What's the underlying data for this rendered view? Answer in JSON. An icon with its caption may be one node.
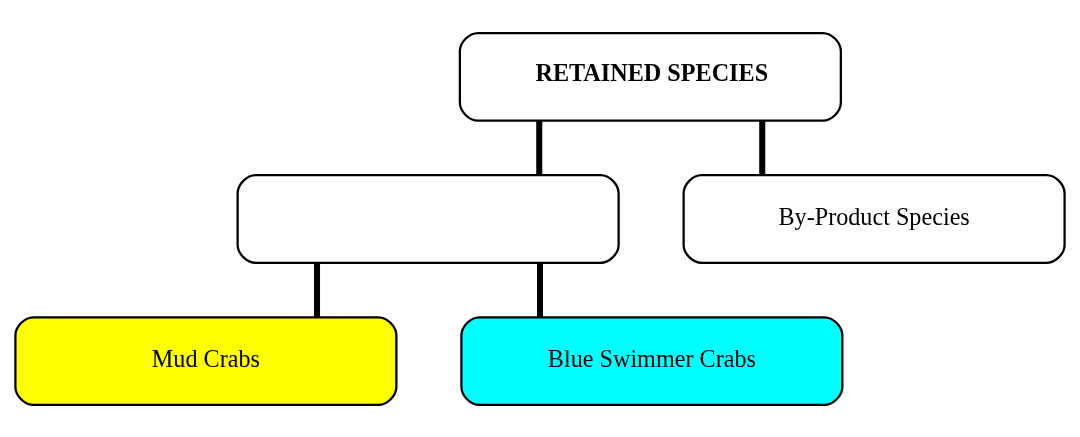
{
  "diagram": {
    "nodes": [
      {
        "text": [
          "RETAINED SPECIES"
        ]
      },
      {
        "text": [],
        "shape": "box"
      },
      {
        "text": [
          "By-Product Species"
        ]
      },
      {
        "text": [
          "Mud Crabs"
        ]
      },
      {
        "text": [
          "Blue Swimmer Crabs"
        ]
      }
    ],
    "edges": [
      {
        "from": 0,
        "to": 1,
        "arrow": "none"
      },
      {
        "from": 0,
        "to": 2,
        "arrow": "none"
      },
      {
        "from": 1,
        "to": 3,
        "arrow": "none"
      },
      {
        "from": 1,
        "to": 4,
        "arrow": "none"
      }
    ]
  }
}
